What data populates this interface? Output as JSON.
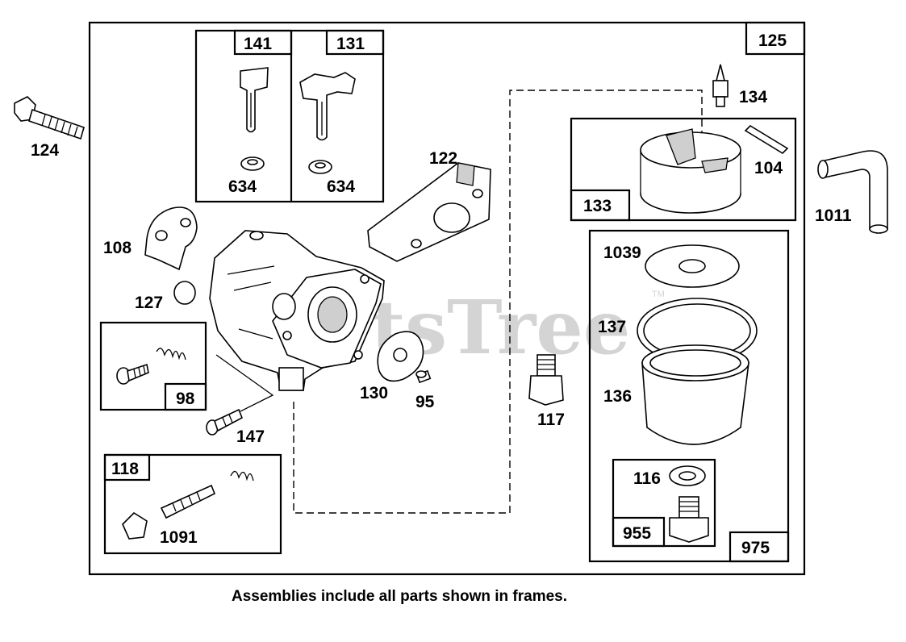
{
  "watermark": "PartsTree",
  "trademark": "TM",
  "caption": "Assemblies include all parts shown in frames.",
  "labels": {
    "p124": "124",
    "p125": "125",
    "p141": "141",
    "p131": "131",
    "p634a": "634",
    "p634b": "634",
    "p122": "122",
    "p134": "134",
    "p133": "133",
    "p104": "104",
    "p1011": "1011",
    "p108": "108",
    "p127": "127",
    "p98": "98",
    "p147": "147",
    "p130": "130",
    "p95": "95",
    "p117": "117",
    "p118": "118",
    "p1091": "1091",
    "p1039": "1039",
    "p137": "137",
    "p136": "136",
    "p116": "116",
    "p955": "955",
    "p975": "975"
  }
}
